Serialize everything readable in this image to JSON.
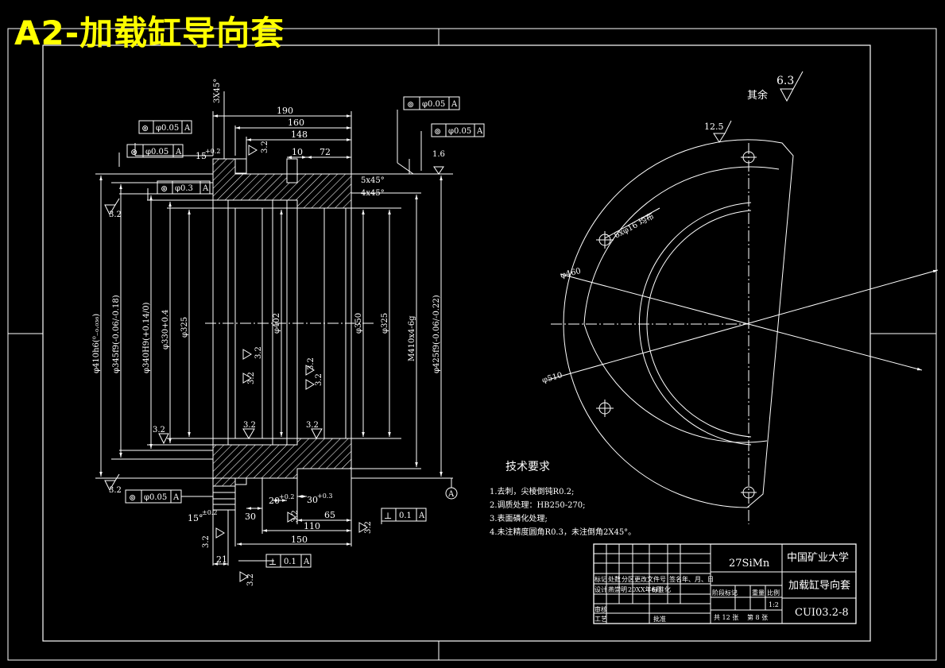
{
  "title": "A2-加载缸导向套",
  "colors": {
    "background": "#000000",
    "title": "#ffff00",
    "line": "#ffffff",
    "hatch": "#ffffff"
  },
  "roughness": {
    "others_label": "其余",
    "others_value": "6.3",
    "r12_5": "12.5",
    "r3_2": "3.2",
    "r1_6": "1.6"
  },
  "dimensions": {
    "chamfer_top": "3X45°",
    "len_190": "190",
    "len_160": "160",
    "len_148": "148",
    "len_10": "10",
    "len_72": "72",
    "len_15": "15",
    "tol_15": "+0.2",
    "chamfer_5": "5x45°",
    "chamfer_4": "4x45°",
    "d410": "φ410h6(⁰₋₀.₀₃₆)",
    "d345": "φ345f9(-0.06/-0.18)",
    "d340": "φ340H9(+0.14/0)",
    "d330": "φ330+0.4",
    "d325_left": "φ325",
    "d402": "φ402",
    "d350": "φ350",
    "d325_right": "φ325",
    "m410": "M410x4-6g",
    "d425": "φ425f9(-0.06/-0.22)",
    "len_20": "20",
    "tol_20": "+0.2",
    "len_30a": "30",
    "len_30b": "30",
    "tol_30": "+0.3",
    "len_65": "65",
    "len_110": "110",
    "len_150": "150",
    "len_21": "21",
    "ang_15": "15°",
    "tol_ang": "±0.2"
  },
  "gdt": {
    "f1": {
      "symbol": "⊚",
      "value": "φ0.05",
      "datum": "A"
    },
    "f2": {
      "symbol": "⊚",
      "value": "φ0.05",
      "datum": "A"
    },
    "f3": {
      "symbol": "⊚",
      "value": "φ0.05",
      "datum": "A"
    },
    "f4": {
      "symbol": "⊚",
      "value": "φ0.05",
      "datum": "A"
    },
    "f5": {
      "symbol": "⊚",
      "value": "φ0.3",
      "datum": "A"
    },
    "f6": {
      "symbol": "⊚",
      "value": "φ0.05",
      "datum": "A"
    },
    "f7": {
      "symbol": "⊥",
      "value": "0.1",
      "datum": "A"
    },
    "f8": {
      "symbol": "⊥",
      "value": "0.1",
      "datum": "A"
    },
    "datum_label": "A"
  },
  "end_view": {
    "holes": "6xφ16 均布",
    "d460": "φ460",
    "d510": "φ510"
  },
  "requirements": {
    "heading": "技术要求",
    "items": [
      "1.去刺，尖棱倒钝R0.2;",
      "2.调质处理：HB250-270;",
      "3.表面磷化处理;",
      "4.未注精度圆角R0.3，未注倒角2X45°。"
    ]
  },
  "title_block": {
    "material": "27SiMn",
    "school": "中国矿业大学",
    "part_name": "加载缸导向套",
    "drawing_no": "CUI03.2-8",
    "row1": [
      "标记",
      "处数",
      "分区",
      "更改文件号",
      "签名",
      "年、月、日"
    ],
    "row2": [
      "设计",
      "燕崇明",
      "20XX年6月",
      "标准化"
    ],
    "stage_headers": [
      "阶段标记",
      "重量",
      "比例"
    ],
    "scale": "1:2",
    "reviewer": "审核",
    "process": "工艺",
    "approve": "批准",
    "sheets": "共 12 张",
    "sheet_no": "第 8 张"
  }
}
